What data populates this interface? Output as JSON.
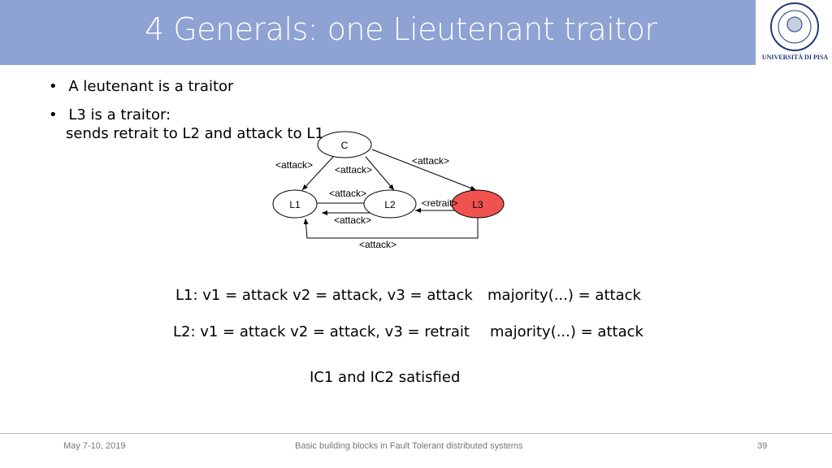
{
  "title": "4 Generals: one Lieutenant traitor",
  "logo_text": "UNIVERSITÀ DI PISA",
  "bullets": [
    "A leutenant is a traitor",
    "L3 is a traitor:",
    "sends retrait to L2 and attack to L1"
  ],
  "diagram": {
    "nodes": {
      "c": "C",
      "l1": "L1",
      "l2": "L2",
      "l3": "L3"
    },
    "traitor_color": "#f0524f",
    "edges": {
      "c_l1": "<attack>",
      "c_l2": "<attack>",
      "c_l3": "<attack>",
      "l1_l2": "<attack>",
      "l2_l1": "<attack>",
      "l3_l2": "<retrait>",
      "l3_l1": "<attack>"
    }
  },
  "results": {
    "l1": "L1: v1 = attack v2 = attack,  v3 = attack",
    "l1_majority": "majority(...) = attack",
    "l2": "L2: v1 = attack v2 = attack,  v3 = retrait",
    "l2_majority": "majority(...) = attack",
    "conclusion": "IC1 and IC2 satisfied"
  },
  "footer": {
    "date": "May 7-10, 2019",
    "course": "Basic building blocks in Fault Tolerant distributed systems",
    "page": "39"
  }
}
